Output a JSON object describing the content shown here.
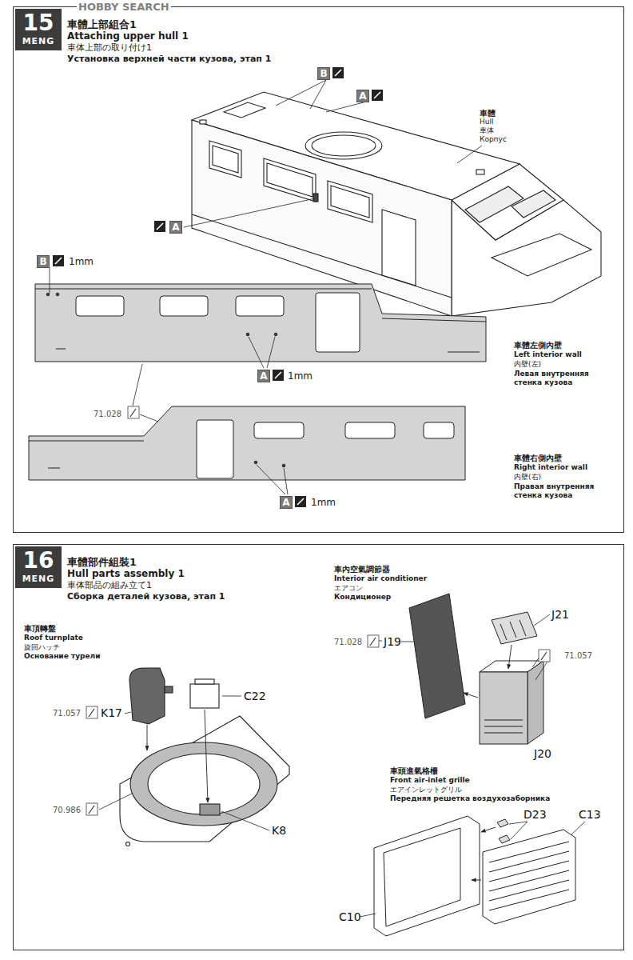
{
  "diagram": {
    "nodes": [
      {
        "text": [
          "車體上部組合1",
          "Attaching upper hull 1",
          "車体上部の取り付け1",
          "Установка верхней части кузова, этап 1"
        ]
      },
      {
        "text": [
          "15",
          "MENG"
        ],
        "in": 0
      },
      {
        "text": [
          "車體部件組裝1",
          "Hull parts assembly 1",
          "車体部品の組み立て1",
          "Сборка деталей кузова, этап 1"
        ]
      },
      {
        "text": [
          "16",
          "MENG"
        ],
        "in": 2
      }
    ],
    "labels": [
      "HOBBY SEARCH",
      "B",
      "A",
      "A",
      "車體",
      "Hull",
      "車体",
      "Корпус",
      "B",
      "1mm",
      "A",
      "1mm",
      "71.028",
      "車體左側內壁",
      "Left interior wall",
      "内壁(左)",
      "Левая внутренняя",
      "стенка кузова",
      "A",
      "1mm",
      "車體右側內壁",
      "Right interior wall",
      "内壁(右)",
      "Правая внутренняя",
      "стенка кузова",
      "車頂轉盤",
      "Roof turnplate",
      "旋回ハッチ",
      "Основание турели",
      "71.057",
      "K17",
      "C22",
      "70.986",
      "K8",
      "車內空氣調節器",
      "Interior air conditioner",
      "エアコン",
      "Кондиционер",
      "71.028",
      "J19",
      "J21",
      "71.057",
      "J20",
      "車頭進氣格柵",
      "Front air-inlet grille",
      "エアインレットグリル",
      "Передняя решетка воздухозаборника",
      "D23",
      "C13",
      "C10"
    ]
  }
}
